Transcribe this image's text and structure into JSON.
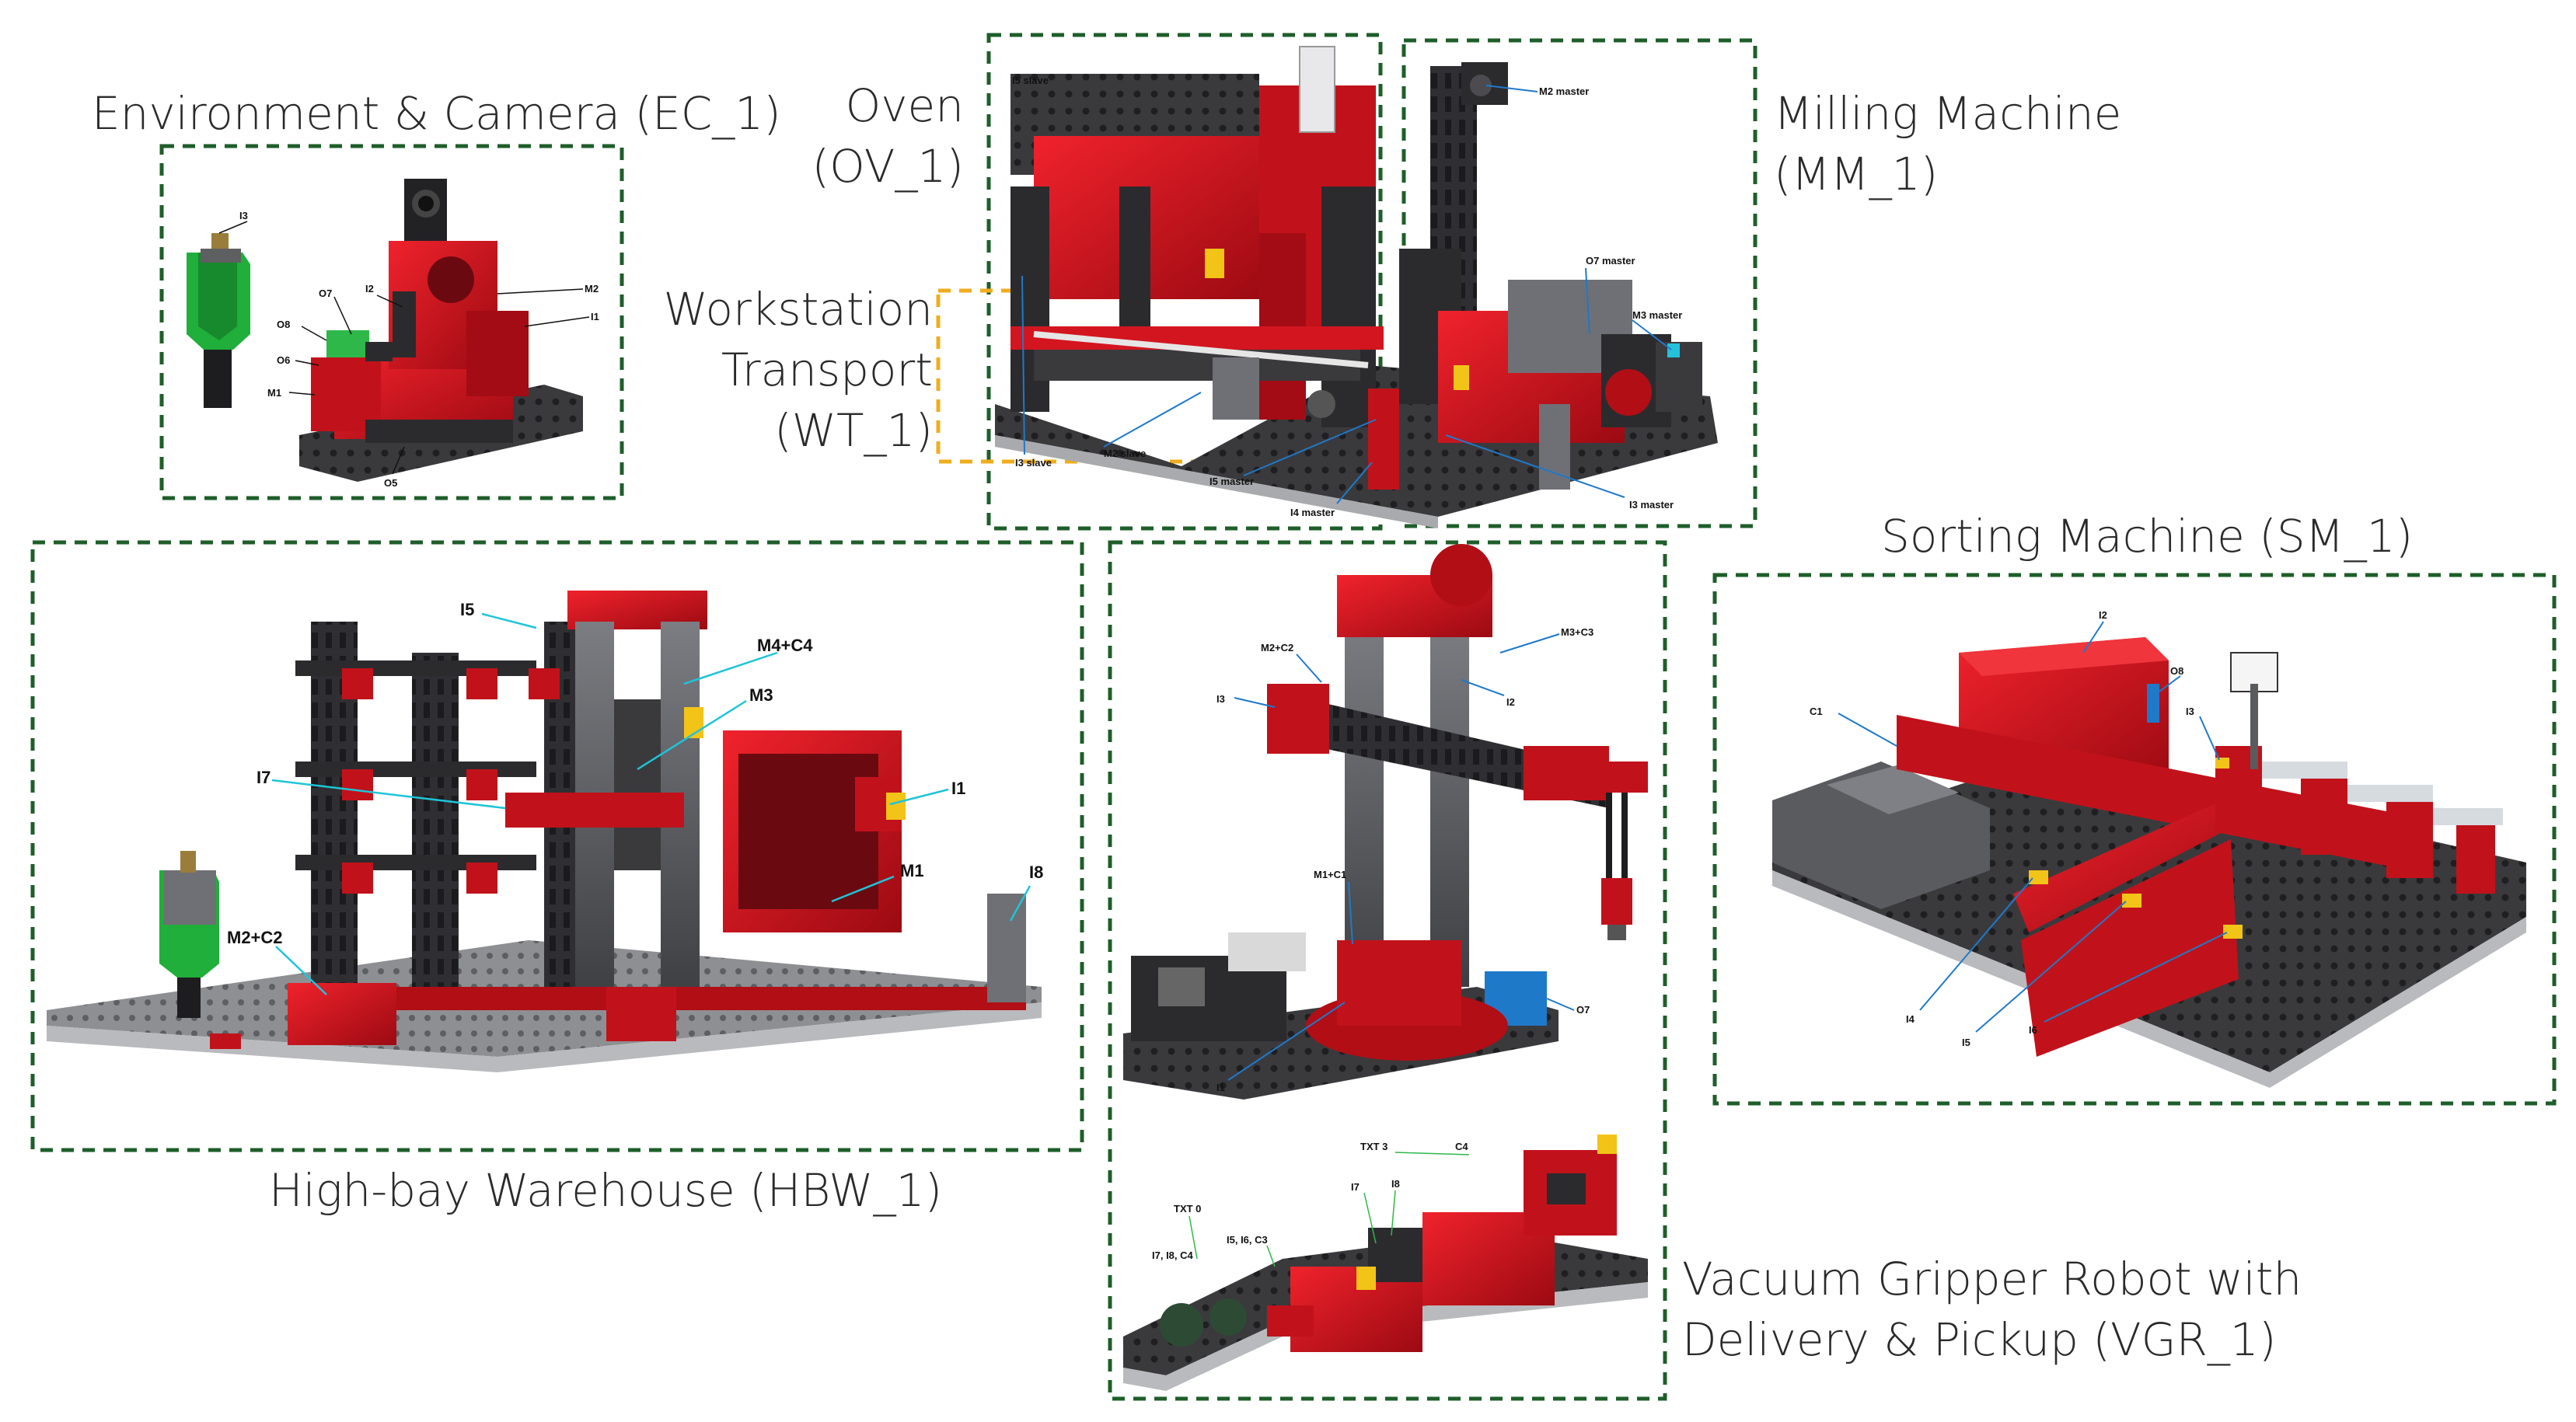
{
  "colors": {
    "frame_green": "#1e5e2a",
    "frame_orange": "#f0ad1c",
    "lego_red": "#d8101a",
    "lego_dark_red": "#8d0a10",
    "lego_black": "#2b2b2e",
    "lego_gray": "#6f7075",
    "plate_gray": "#a7a8ab",
    "callout_blue": "#1f79c9",
    "callout_cyan": "#1fc4d8"
  },
  "stations": {
    "ec": {
      "title": "Environment & Camera (EC_1)",
      "labels": {
        "i3": "I3",
        "i2": "I2",
        "m2": "M2",
        "i1": "I1",
        "o7": "O7",
        "o8": "O8",
        "o6": "O6",
        "m1": "M1",
        "o5": "O5"
      }
    },
    "ov": {
      "title_line1": "Oven",
      "title_line2": "(OV_1)",
      "labels": {
        "i5slave": "I5 slave",
        "i3slave": "I3 slave",
        "m2slave": "M2 slave",
        "i5master": "I5 master",
        "i4master": "I4 master"
      }
    },
    "wt": {
      "title_line1": "Workstation",
      "title_line2": "Transport",
      "title_line3": "(WT_1)"
    },
    "mm": {
      "title_line1": "Milling Machine",
      "title_line2": "(MM_1)",
      "labels": {
        "m2master": "M2 master",
        "o7master": "O7 master",
        "m3master": "M3 master",
        "i3master": "I3 master"
      }
    },
    "hbw": {
      "title": "High-bay Warehouse (HBW_1)",
      "labels": {
        "i5": "I5",
        "m4c4": "M4+C4",
        "m3": "M3",
        "i7": "I7",
        "i1": "I1",
        "m1": "M1",
        "i8": "I8",
        "m2c2": "M2+C2"
      }
    },
    "vgr": {
      "title_line1": "Vacuum Gripper Robot with",
      "title_line2": "Delivery & Pickup (VGR_1)",
      "labels": {
        "m2c2": "M2+C2",
        "m3c3": "M3+C3",
        "i3": "I3",
        "i2": "I2",
        "m1c1": "M1+C1",
        "o7": "O7",
        "i1": "I1",
        "txt3": "TXT 3",
        "c4": "C4",
        "i7": "I7",
        "i8": "I8",
        "txt0": "TXT 0",
        "i7i8c4": "I7, I8, C4",
        "i5i6c3": "I5, I6, C3"
      }
    },
    "sm": {
      "title": "Sorting Machine (SM_1)",
      "labels": {
        "i2": "I2",
        "o8": "O8",
        "c1": "C1",
        "i3": "I3",
        "i4": "I4",
        "i5": "I5",
        "i6": "I6"
      }
    }
  }
}
